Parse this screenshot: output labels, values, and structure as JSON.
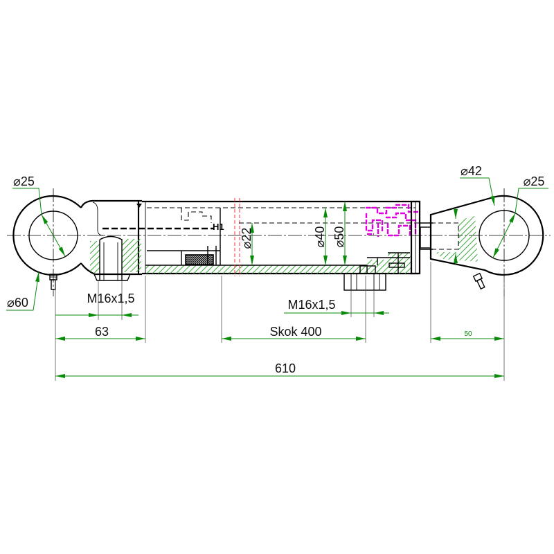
{
  "drawing": {
    "labels": {
      "left_eye_bore": "⌀25",
      "left_eye_outer": "⌀60",
      "left_port_thread": "M16x1,5",
      "left_head_length": "63",
      "stroke": "Skok 400",
      "right_port_thread": "M16x1,5",
      "rod_diameter": "⌀22",
      "bore_diameter": "⌀40",
      "barrel_diameter": "⌀50",
      "right_eye_outer": "⌀42",
      "right_eye_bore": "⌀25",
      "right_eye_length": "50",
      "total_length": "610",
      "fit_mark": "H1"
    },
    "colors": {
      "line": "#000000",
      "dimension": "#0a8a0a",
      "hatch": "#3aa63a",
      "break_line": "#ff3333",
      "highlight": "#e000e0"
    }
  }
}
